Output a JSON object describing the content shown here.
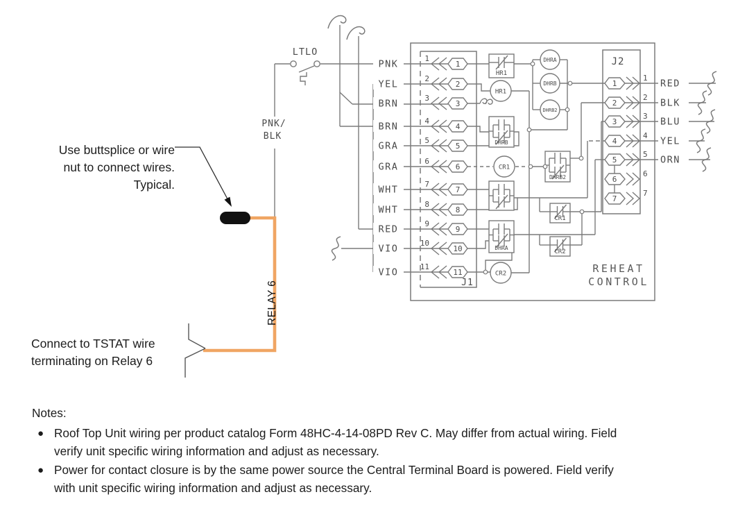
{
  "colors": {
    "wire_gray": "#7a7a7a",
    "schematic_text": "#4a4a4a",
    "highlight_orange": "#f0a563",
    "splice_black": "#111111",
    "annotation_text": "#1c1c1c"
  },
  "schematic": {
    "switch_label": "LTLO",
    "wire_tag_line1": "PNK/",
    "wire_tag_line2": "BLK",
    "relay_wire_label": "RELAY 6",
    "board_label_line1": "REHEAT",
    "board_label_line2": "CONTROL",
    "j1": {
      "label": "J1",
      "pins": [
        {
          "num": "1",
          "wire": "PNK"
        },
        {
          "num": "2",
          "wire": "YEL"
        },
        {
          "num": "3",
          "wire": "BRN"
        },
        {
          "num": "4",
          "wire": "BRN"
        },
        {
          "num": "5",
          "wire": "GRA"
        },
        {
          "num": "6",
          "wire": "GRA"
        },
        {
          "num": "7",
          "wire": "WHT"
        },
        {
          "num": "8",
          "wire": "WHT"
        },
        {
          "num": "9",
          "wire": "RED"
        },
        {
          "num": "10",
          "wire": "VIO"
        },
        {
          "num": "11",
          "wire": "VIO"
        }
      ]
    },
    "j2": {
      "label": "J2",
      "pins": [
        {
          "num": "1",
          "out": "RED"
        },
        {
          "num": "2",
          "out": "BLK"
        },
        {
          "num": "3",
          "out": "BLU"
        },
        {
          "num": "4",
          "out": "YEL"
        },
        {
          "num": "5",
          "out": "ORN"
        },
        {
          "num": "6",
          "out": ""
        },
        {
          "num": "7",
          "out": ""
        }
      ]
    },
    "components": {
      "hr1_contact": "HR1",
      "hr1_coil": "HR1",
      "dhra_coil": "DHRA",
      "dhrb_coil": "DHRB",
      "dhrb2_coil": "DHRB2",
      "dhrb_contact": "DHRB",
      "dhra_contact": "DHRA",
      "cr1_coil": "CR1",
      "cr2_coil": "CR2",
      "dhrb2_contact": "DHRB2",
      "cr1_contact": "CR1",
      "cr2_contact": "CR2"
    }
  },
  "annotations": {
    "buttsplice": {
      "lines": [
        "Use buttsplice or wire",
        "nut to connect wires.",
        "Typical."
      ]
    },
    "tstat": {
      "lines": [
        "Connect to TSTAT wire",
        "terminating on Relay 6"
      ]
    }
  },
  "notes": {
    "heading": "Notes:",
    "items": [
      {
        "lines": [
          "Roof Top Unit wiring per product catalog Form 48HC-4-14-08PD Rev C. May differ from actual wiring. Field",
          "verify unit specific wiring information and adjust as necessary."
        ]
      },
      {
        "lines": [
          "Power for contact closure is by the same power source the Central Terminal Board is powered. Field verify",
          "with unit specific wiring information and adjust as necessary."
        ]
      }
    ]
  }
}
